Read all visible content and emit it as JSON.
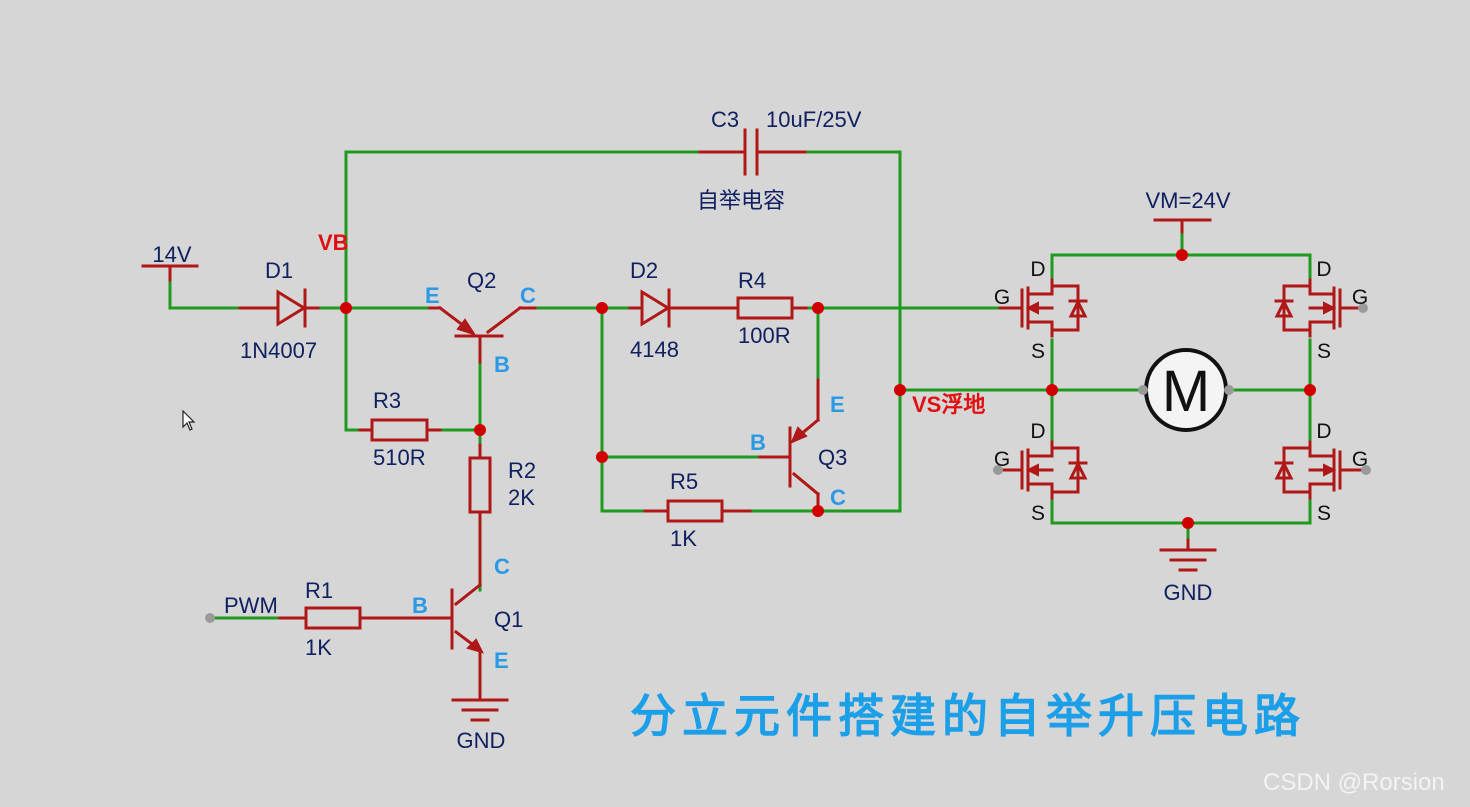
{
  "diagram": {
    "title": "分立元件搭建的自举升压电路",
    "watermark": "CSDN @Rorsion",
    "nodes": {
      "vb": "VB",
      "vs": "VS浮地",
      "supply": "14V",
      "vm": "VM=24V",
      "gnd": "GND",
      "pwm": "PWM"
    },
    "components": {
      "d1": {
        "ref": "D1",
        "value": "1N4007"
      },
      "d2": {
        "ref": "D2",
        "value": "4148"
      },
      "c3": {
        "ref": "C3",
        "value": "10uF/25V",
        "note": "自举电容"
      },
      "r1": {
        "ref": "R1",
        "value": "1K"
      },
      "r2": {
        "ref": "R2",
        "value": "2K"
      },
      "r3": {
        "ref": "R3",
        "value": "510R"
      },
      "r4": {
        "ref": "R4",
        "value": "100R"
      },
      "r5": {
        "ref": "R5",
        "value": "1K"
      },
      "q1": {
        "ref": "Q1"
      },
      "q2": {
        "ref": "Q2"
      },
      "q3": {
        "ref": "Q3"
      },
      "motor": {
        "ref": "M"
      }
    },
    "pins": {
      "e": "E",
      "b": "B",
      "c": "C",
      "d": "D",
      "g": "G",
      "s": "S"
    },
    "colors": {
      "wire": "#1f9a1f",
      "component": "#b01818",
      "junction": "#d00000",
      "pin_label": "#2a9ae6",
      "node_label": "#e01010",
      "title": "#1a9fe8"
    }
  }
}
